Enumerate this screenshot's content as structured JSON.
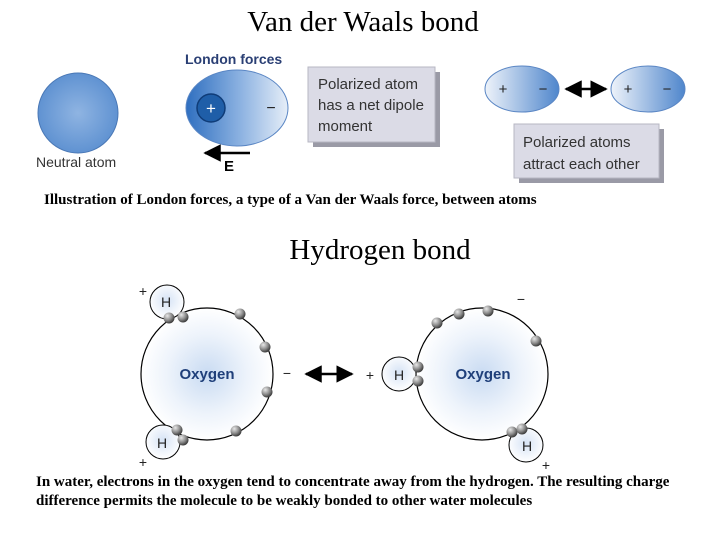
{
  "vdw": {
    "title": "Van der Waals bond",
    "london_forces_label": "London forces",
    "neutral_atom_label": "Neutral atom",
    "polarized_plus": "+",
    "polarized_minus": "−",
    "field_label": "E",
    "box1": [
      "Polarized atom",
      "has a net dipole",
      "moment"
    ],
    "pair_left_plus": "+",
    "pair_left_minus": "−",
    "pair_right_plus": "+",
    "pair_right_minus": "−",
    "box2": [
      "Polarized atoms",
      "attract each other"
    ],
    "caption": "Illustration of London forces, a type of a Van der Waals force, between atoms"
  },
  "hbond": {
    "title": "Hydrogen bond",
    "left_oxygen": "Oxygen",
    "right_oxygen": "Oxygen",
    "h_label": "H",
    "plus": "+",
    "minus": "−",
    "caption": "In water, electrons in the oxygen tend to concentrate away from the hydrogen.  The resulting charge difference permits the molecule to be weakly bonded to other water molecules"
  },
  "colors": {
    "atom_blue": "#5b8fd0",
    "atom_light": "#dfe9f6",
    "nucleus": "#1f5ea8",
    "box_fill": "#dbdbe6",
    "arrow": "#000000"
  }
}
